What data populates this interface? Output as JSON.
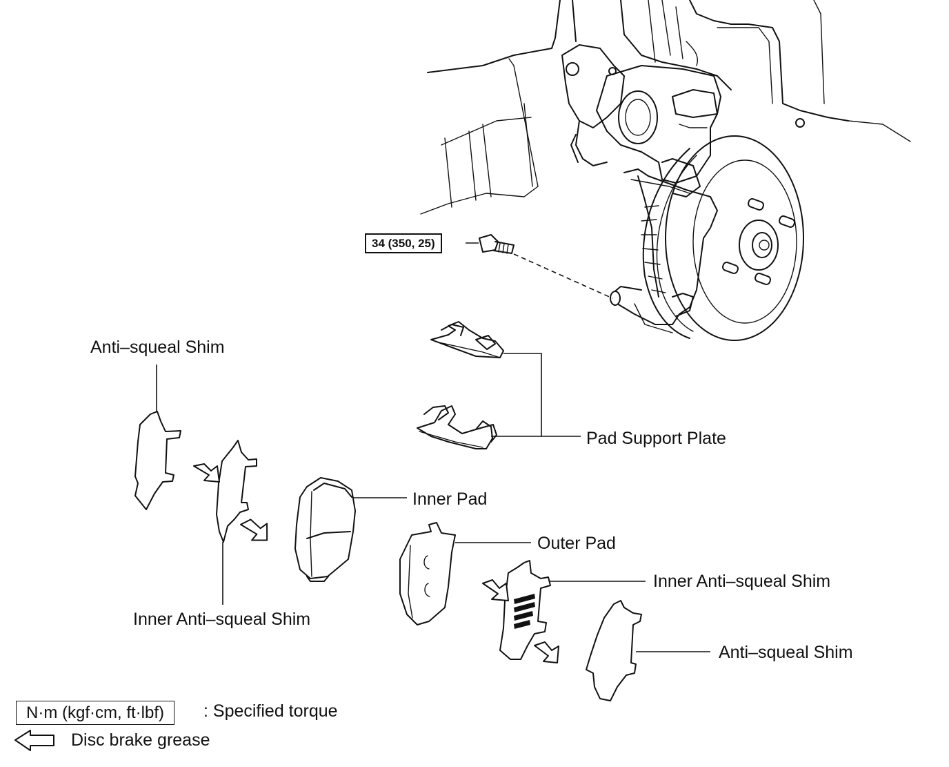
{
  "torque_spec": "34 (350, 25)",
  "labels": {
    "anti_squeal_shim_left": "Anti–squeal Shim",
    "pad_support_plate": "Pad Support Plate",
    "inner_pad": "Inner Pad",
    "outer_pad": "Outer Pad",
    "inner_anti_squeal_shim_right": "Inner Anti–squeal Shim",
    "inner_anti_squeal_shim_left": "Inner Anti–squeal Shim",
    "anti_squeal_shim_right": "Anti–squeal Shim"
  },
  "legend": {
    "torque_unit": "N·m (kgf·cm, ft·lbf)",
    "torque_desc": ": Specified torque",
    "grease_desc": "Disc brake grease"
  }
}
